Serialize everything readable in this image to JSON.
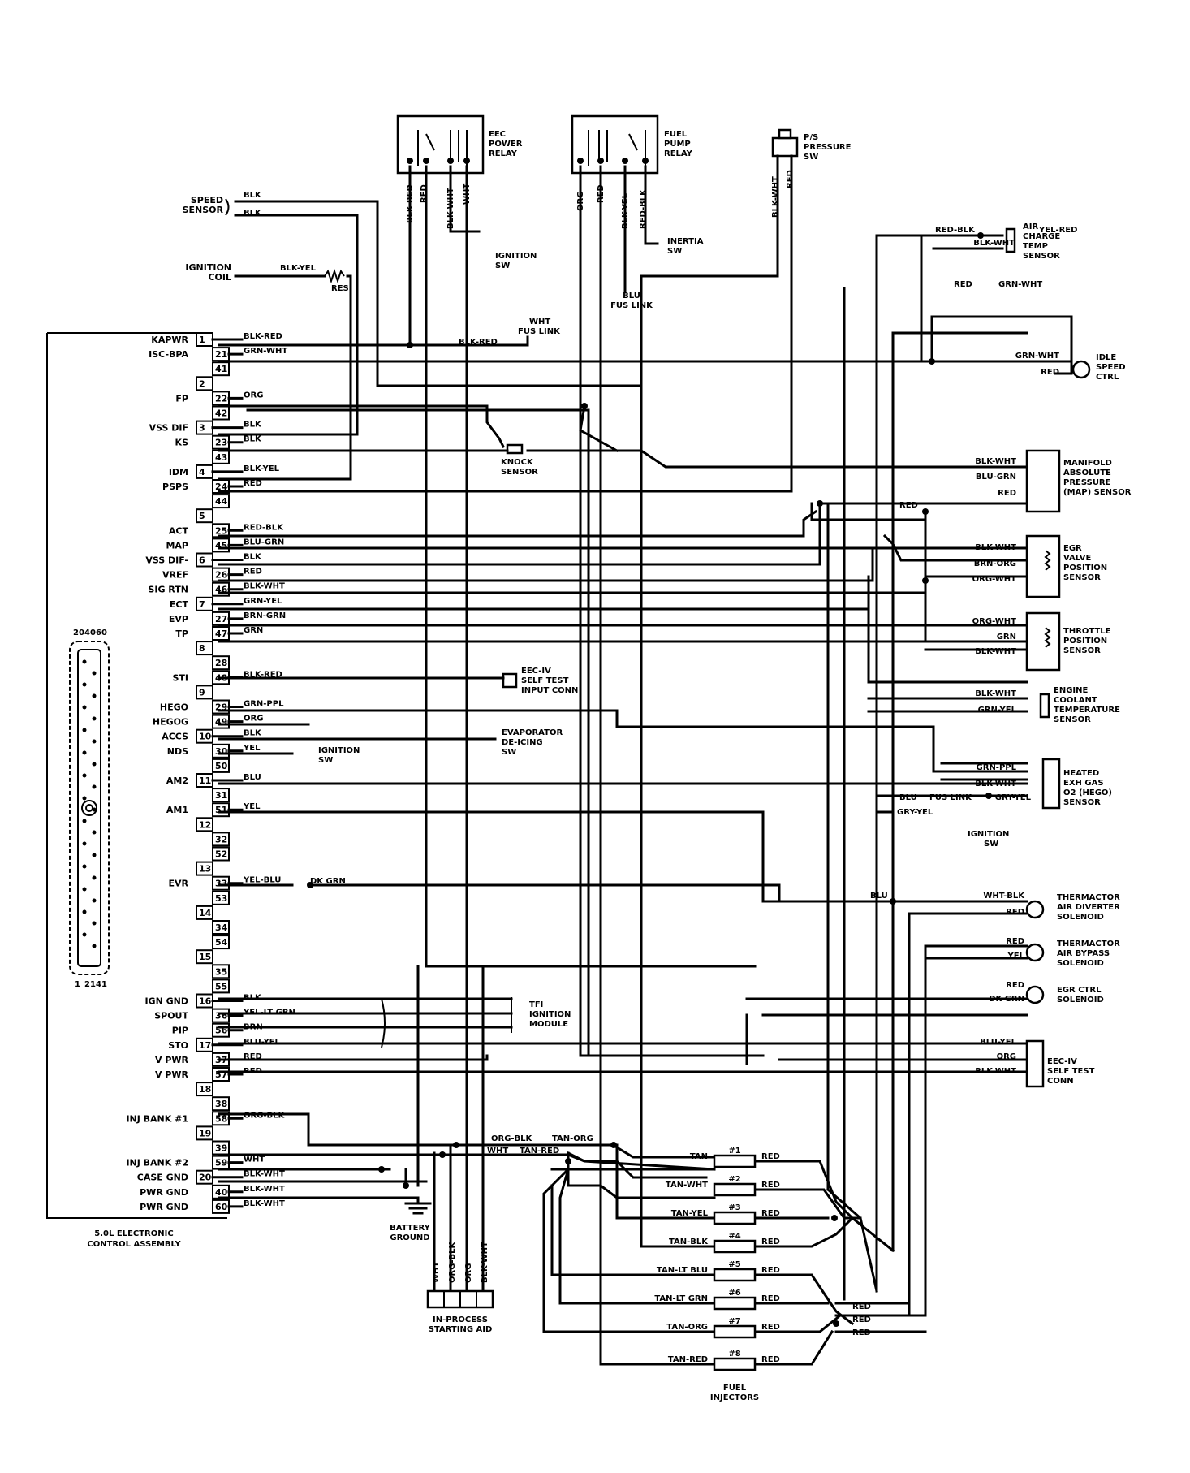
{
  "ecu": {
    "caption_line1": "5.0L ELECTRONIC",
    "caption_line2": "CONTROL ASSEMBLY",
    "pins": [
      {
        "signal": "KAPWR",
        "pin": "1",
        "wire": "BLK-RED"
      },
      {
        "signal": "ISC-BPA",
        "pin": "21",
        "wire": "GRN-WHT"
      },
      {
        "signal": "",
        "pin": "41",
        "wire": ""
      },
      {
        "signal": "",
        "pin": "2",
        "wire": ""
      },
      {
        "signal": "FP",
        "pin": "22",
        "wire": "ORG"
      },
      {
        "signal": "",
        "pin": "42",
        "wire": ""
      },
      {
        "signal": "VSS DIF",
        "pin": "3",
        "wire": "BLK"
      },
      {
        "signal": "KS",
        "pin": "23",
        "wire": "BLK"
      },
      {
        "signal": "",
        "pin": "43",
        "wire": ""
      },
      {
        "signal": "IDM",
        "pin": "4",
        "wire": "BLK-YEL"
      },
      {
        "signal": "PSPS",
        "pin": "24",
        "wire": "RED"
      },
      {
        "signal": "",
        "pin": "44",
        "wire": ""
      },
      {
        "signal": "",
        "pin": "5",
        "wire": ""
      },
      {
        "signal": "ACT",
        "pin": "25",
        "wire": "RED-BLK"
      },
      {
        "signal": "MAP",
        "pin": "45",
        "wire": "BLU-GRN"
      },
      {
        "signal": "VSS DIF-",
        "pin": "6",
        "wire": "BLK"
      },
      {
        "signal": "VREF",
        "pin": "26",
        "wire": "RED"
      },
      {
        "signal": "SIG RTN",
        "pin": "46",
        "wire": "BLK-WHT"
      },
      {
        "signal": "ECT",
        "pin": "7",
        "wire": "GRN-YEL"
      },
      {
        "signal": "EVP",
        "pin": "27",
        "wire": "BRN-GRN"
      },
      {
        "signal": "TP",
        "pin": "47",
        "wire": "GRN"
      },
      {
        "signal": "",
        "pin": "8",
        "wire": ""
      },
      {
        "signal": "",
        "pin": "28",
        "wire": ""
      },
      {
        "signal": "STI",
        "pin": "48",
        "wire": "BLK-RED"
      },
      {
        "signal": "",
        "pin": "9",
        "wire": ""
      },
      {
        "signal": "HEGO",
        "pin": "29",
        "wire": "GRN-PPL"
      },
      {
        "signal": "HEGOG",
        "pin": "49",
        "wire": "ORG"
      },
      {
        "signal": "ACCS",
        "pin": "10",
        "wire": "BLK"
      },
      {
        "signal": "NDS",
        "pin": "30",
        "wire": "YEL"
      },
      {
        "signal": "",
        "pin": "50",
        "wire": ""
      },
      {
        "signal": "AM2",
        "pin": "11",
        "wire": "BLU"
      },
      {
        "signal": "",
        "pin": "31",
        "wire": ""
      },
      {
        "signal": "AM1",
        "pin": "51",
        "wire": "YEL"
      },
      {
        "signal": "",
        "pin": "12",
        "wire": ""
      },
      {
        "signal": "",
        "pin": "32",
        "wire": ""
      },
      {
        "signal": "",
        "pin": "52",
        "wire": ""
      },
      {
        "signal": "",
        "pin": "13",
        "wire": ""
      },
      {
        "signal": "EVR",
        "pin": "33",
        "wire": "YEL-BLU"
      },
      {
        "signal": "",
        "pin": "53",
        "wire": ""
      },
      {
        "signal": "",
        "pin": "14",
        "wire": ""
      },
      {
        "signal": "",
        "pin": "34",
        "wire": ""
      },
      {
        "signal": "",
        "pin": "54",
        "wire": ""
      },
      {
        "signal": "",
        "pin": "15",
        "wire": ""
      },
      {
        "signal": "",
        "pin": "35",
        "wire": ""
      },
      {
        "signal": "",
        "pin": "55",
        "wire": ""
      },
      {
        "signal": "IGN GND",
        "pin": "16",
        "wire": "BLK"
      },
      {
        "signal": "SPOUT",
        "pin": "36",
        "wire": "YEL-LT GRN"
      },
      {
        "signal": "PIP",
        "pin": "56",
        "wire": "BRN"
      },
      {
        "signal": "STO",
        "pin": "17",
        "wire": "BLU-YEL"
      },
      {
        "signal": "V PWR",
        "pin": "37",
        "wire": "RED"
      },
      {
        "signal": "V PWR",
        "pin": "57",
        "wire": "RED"
      },
      {
        "signal": "",
        "pin": "18",
        "wire": ""
      },
      {
        "signal": "",
        "pin": "38",
        "wire": ""
      },
      {
        "signal": "INJ BANK #1",
        "pin": "58",
        "wire": "ORG-BLK"
      },
      {
        "signal": "",
        "pin": "19",
        "wire": ""
      },
      {
        "signal": "",
        "pin": "39",
        "wire": ""
      },
      {
        "signal": "INJ BANK #2",
        "pin": "59",
        "wire": "WHT"
      },
      {
        "signal": "CASE GND",
        "pin": "20",
        "wire": "BLK-WHT"
      },
      {
        "signal": "PWR GND",
        "pin": "40",
        "wire": "BLK-WHT"
      },
      {
        "signal": "PWR GND",
        "pin": "60",
        "wire": "BLK-WHT"
      }
    ]
  },
  "top": {
    "eec_relay": [
      "EEC",
      "POWER",
      "RELAY"
    ],
    "fuel_relay": [
      "FUEL",
      "PUMP",
      "RELAY"
    ],
    "ps_switch": [
      "P/S",
      "PRESSURE",
      "SW"
    ],
    "eec_wires": [
      "BLK-RED",
      "RED",
      "BLK-WHT",
      "WHT"
    ],
    "fuel_wires": [
      "ORG",
      "RED",
      "BLK-YEL",
      "RED-BLK"
    ],
    "ps_wires": [
      "BLK-WHT",
      "RED"
    ],
    "ignition_sw": [
      "IGNITION",
      "SW"
    ],
    "inertia_sw": [
      "INERTIA",
      "SW"
    ],
    "blu_fus_link": [
      "BLU",
      "FUS LINK"
    ],
    "wht_fus_link": [
      "WHT",
      "FUS LINK"
    ],
    "speed_sensor": [
      "SPEED",
      "SENSOR"
    ],
    "ignition_coil": [
      "IGNITION",
      "COIL"
    ],
    "res": "RES",
    "speed_wire1": "BLK",
    "speed_wire2": "BLK",
    "coil_wire": "BLK-YEL",
    "kapwr_wire2": "BLK-RED",
    "knock_sensor": [
      "KNOCK",
      "SENSOR"
    ],
    "self_test_input": [
      "EEC-IV",
      "SELF TEST",
      "INPUT CONN"
    ],
    "evap_deicing": [
      "EVAPORATOR",
      "DE-ICING",
      "SW"
    ],
    "nds_ignition": [
      "IGNITION",
      "SW"
    ],
    "evr_wire2": "DK GRN"
  },
  "right": {
    "air_charge": {
      "label": [
        "AIR",
        "CHARGE",
        "TEMP",
        "SENSOR"
      ],
      "w1": "YEL-RED",
      "w2": "BLK-WHT",
      "w0": "RED-BLK"
    },
    "egr_top": {
      "w1": "RED",
      "w2": "GRN-WHT"
    },
    "idle_speed": {
      "label": [
        "IDLE",
        "SPEED",
        "CTRL"
      ],
      "w1": "GRN-WHT",
      "w2": "RED"
    },
    "map": {
      "label": [
        "MANIFOLD",
        "ABSOLUTE",
        "PRESSURE",
        "(MAP) SENSOR"
      ],
      "w1": "BLK-WHT",
      "w2": "BLU-GRN",
      "w3": "RED",
      "w4": "RED"
    },
    "egr_valve": {
      "label": [
        "EGR",
        "VALVE",
        "POSITION",
        "SENSOR"
      ],
      "w1": "BLK-WHT",
      "w2": "BRN-ORG",
      "w3": "ORG-WHT"
    },
    "throttle": {
      "label": [
        "THROTTLE",
        "POSITION",
        "SENSOR"
      ],
      "w1": "ORG-WHT",
      "w2": "GRN",
      "w3": "BLK-WHT"
    },
    "coolant": {
      "label": [
        "ENGINE",
        "COOLANT",
        "TEMPERATURE",
        "SENSOR"
      ],
      "w1": "BLK-WHT",
      "w2": "GRN-YEL"
    },
    "hego": {
      "label": [
        "HEATED",
        "EXH GAS",
        "O2 (HEGO)",
        "SENSOR"
      ],
      "w1": "GRN-PPL",
      "w2": "BLK-WHT",
      "w3": "GRY-YEL",
      "w4": "BLU",
      "w5": "FUS LINK",
      "w6": "GRY-YEL",
      "ign": [
        "IGNITION",
        "SW"
      ]
    },
    "tad": {
      "label": [
        "THERMACTOR",
        "AIR DIVERTER",
        "SOLENOID"
      ],
      "w1": "WHT-BLK",
      "w2": "RED",
      "w0": "BLU"
    },
    "tab": {
      "label": [
        "THERMACTOR",
        "AIR BYPASS",
        "SOLENOID"
      ],
      "w1": "RED",
      "w2": "YEL"
    },
    "egr_ctrl": {
      "label": [
        "EGR CTRL",
        "SOLENOID"
      ],
      "w1": "RED",
      "w2": "DK GRN"
    },
    "tfi": [
      "TFI",
      "IGNITION",
      "MODULE"
    ],
    "self_test": {
      "label": [
        "EEC-IV",
        "SELF TEST",
        "CONN"
      ],
      "w1": "BLU-YEL",
      "w2": "ORG",
      "w3": "BLK-WHT"
    }
  },
  "bottom": {
    "battery_ground": [
      "BATTERY",
      "GROUND"
    ],
    "starting_aid": [
      "IN-PROCESS",
      "STARTING AID"
    ],
    "starting_wires": [
      "WHT",
      "ORG-BLK",
      "ORG",
      "BLK-WHT"
    ],
    "bus1": "ORG-BLK",
    "bus1b": "TAN-ORG",
    "bus2": "WHT",
    "bus2b": "TAN-RED",
    "injectors_label": [
      "FUEL",
      "INJECTORS"
    ],
    "injectors": [
      {
        "num": "#1",
        "wire": "TAN",
        "out": "RED"
      },
      {
        "num": "#2",
        "wire": "TAN-WHT",
        "out": "RED"
      },
      {
        "num": "#3",
        "wire": "TAN-YEL",
        "out": "RED"
      },
      {
        "num": "#4",
        "wire": "TAN-BLK",
        "out": "RED"
      },
      {
        "num": "#5",
        "wire": "TAN-LT BLU",
        "out": "RED"
      },
      {
        "num": "#6",
        "wire": "TAN-LT GRN",
        "out": "RED"
      },
      {
        "num": "#7",
        "wire": "TAN-ORG",
        "out": "RED"
      },
      {
        "num": "#8",
        "wire": "TAN-RED",
        "out": "RED"
      }
    ],
    "red_out": [
      "RED",
      "RED",
      "RED"
    ]
  },
  "connector_side": {
    "top": [
      "20",
      "40",
      "60"
    ],
    "bottom": [
      "1",
      "21",
      "41"
    ]
  }
}
